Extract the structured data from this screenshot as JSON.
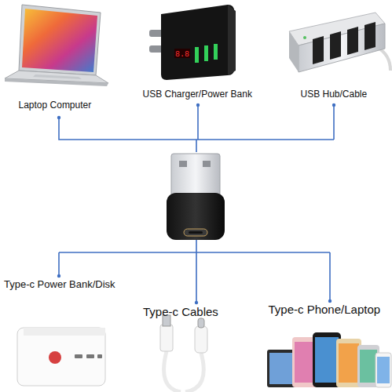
{
  "diagram": {
    "nodes": [
      {
        "text": [
          "Laptop Computer"
        ]
      },
      {
        "text": [
          "USB Charger/Power Bank"
        ]
      },
      {
        "text": [
          "USB Hub/Cable"
        ]
      },
      {
        "text": [
          "Type-c Power Bank/Disk"
        ]
      },
      {
        "text": [
          "Type-c Cables"
        ]
      },
      {
        "text": [
          "Type-c Phone/Laptop"
        ]
      }
    ]
  }
}
